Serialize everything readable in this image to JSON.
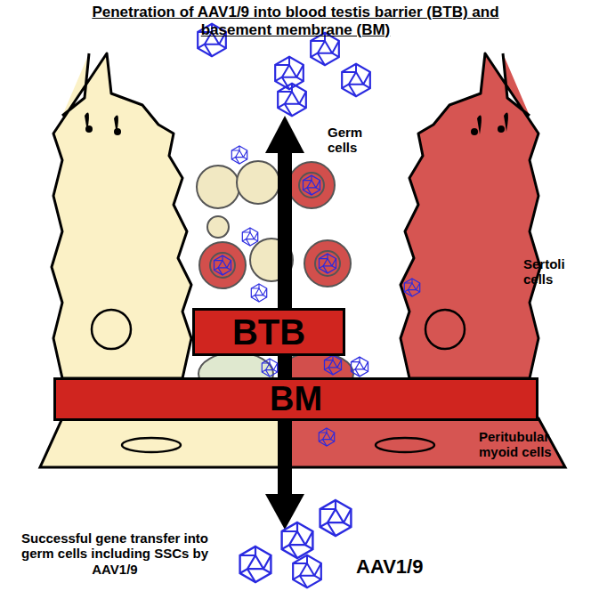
{
  "diagram": {
    "title": "Penetration of AAV1/9 into blood testis barrier (BTB) and basement membrane (BM)",
    "nodes": [
      {
        "text": [
          "BTB"
        ]
      },
      {
        "text": [
          "BM"
        ]
      }
    ],
    "labels": [
      "Germ cells",
      "Sertoli cells",
      "Peritubular myoid cells",
      "Successful gene transfer into germ cells including SSCs by AAV1/9",
      "AAV1/9"
    ]
  }
}
